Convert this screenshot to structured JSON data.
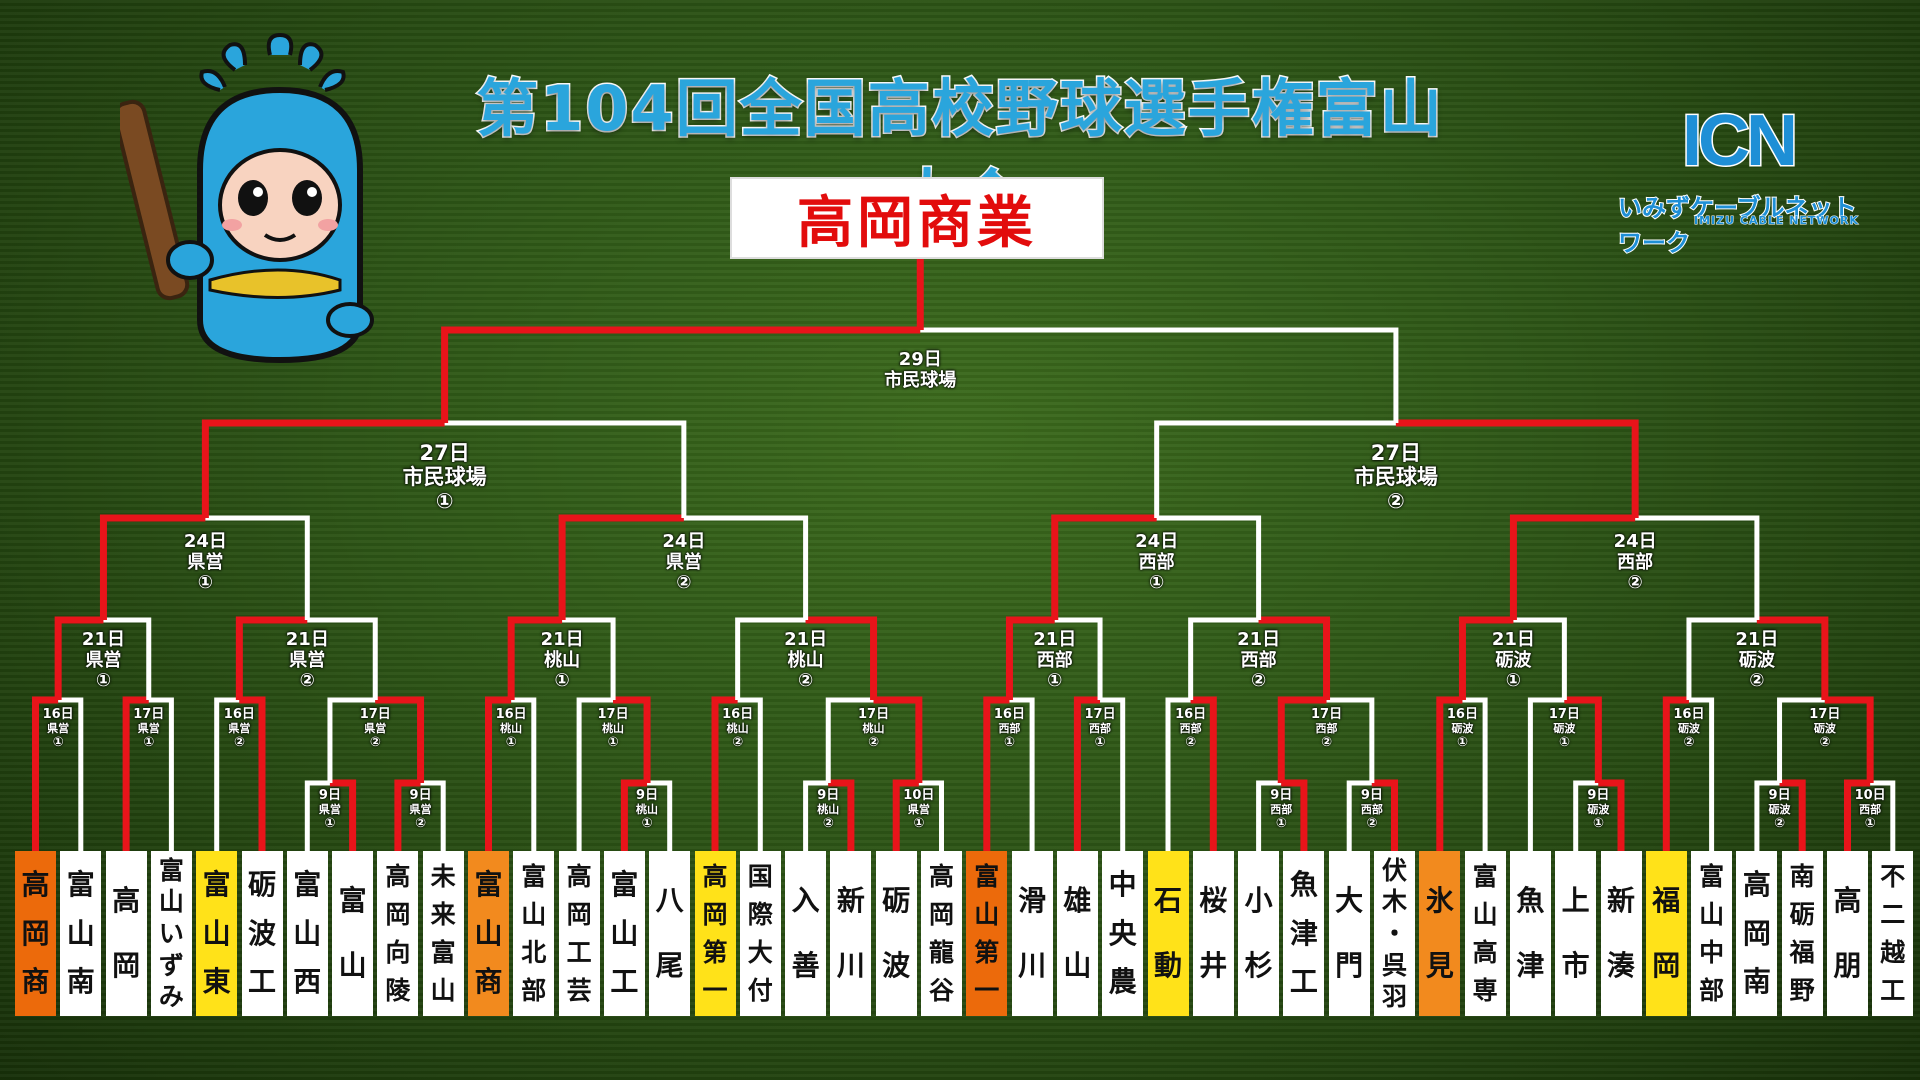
{
  "title": "第104回全国高校野球選手権富山大会",
  "winner": "高岡商業",
  "logo": {
    "mark": "ICN",
    "jp": "いみずケーブルネットワーク",
    "en": "IMIZU CABLE NETWORK"
  },
  "colors": {
    "win": "#e8141a",
    "line": "#ffffff",
    "title": "#2aa5dc"
  },
  "mascot_icon": "mascot-with-bat",
  "teams": [
    {
      "name": "高岡商",
      "hl": "darkorange"
    },
    {
      "name": "富山南",
      "hl": ""
    },
    {
      "name": "高岡",
      "hl": ""
    },
    {
      "name": "富山いずみ",
      "hl": ""
    },
    {
      "name": "富山東",
      "hl": "yellow"
    },
    {
      "name": "砺波工",
      "hl": ""
    },
    {
      "name": "富山西",
      "hl": ""
    },
    {
      "name": "富山",
      "hl": ""
    },
    {
      "name": "高岡向陵",
      "hl": ""
    },
    {
      "name": "未来富山",
      "hl": ""
    },
    {
      "name": "富山商",
      "hl": "orange"
    },
    {
      "name": "富山北部",
      "hl": ""
    },
    {
      "name": "高岡工芸",
      "hl": ""
    },
    {
      "name": "富山工",
      "hl": ""
    },
    {
      "name": "八尾",
      "hl": ""
    },
    {
      "name": "高岡第一",
      "hl": "yellow"
    },
    {
      "name": "国際大付",
      "hl": ""
    },
    {
      "name": "入善",
      "hl": ""
    },
    {
      "name": "新川",
      "hl": ""
    },
    {
      "name": "砺波",
      "hl": ""
    },
    {
      "name": "高岡龍谷",
      "hl": ""
    },
    {
      "name": "富山第一",
      "hl": "darkorange"
    },
    {
      "name": "滑川",
      "hl": ""
    },
    {
      "name": "雄山",
      "hl": ""
    },
    {
      "name": "中央農",
      "hl": ""
    },
    {
      "name": "石動",
      "hl": "yellow"
    },
    {
      "name": "桜井",
      "hl": ""
    },
    {
      "name": "小杉",
      "hl": ""
    },
    {
      "name": "魚津工",
      "hl": ""
    },
    {
      "name": "大門",
      "hl": ""
    },
    {
      "name": "伏木・呉羽",
      "hl": ""
    },
    {
      "name": "氷見",
      "hl": "orange"
    },
    {
      "name": "富山高専",
      "hl": ""
    },
    {
      "name": "魚津",
      "hl": ""
    },
    {
      "name": "上市",
      "hl": ""
    },
    {
      "name": "新湊",
      "hl": ""
    },
    {
      "name": "福岡",
      "hl": "yellow"
    },
    {
      "name": "富山中部",
      "hl": ""
    },
    {
      "name": "高岡南",
      "hl": ""
    },
    {
      "name": "南砺福野",
      "hl": ""
    },
    {
      "name": "高朋",
      "hl": ""
    },
    {
      "name": "不二越工",
      "hl": ""
    }
  ],
  "rounds": {
    "final": {
      "day": "29日",
      "venue": "市民球場"
    },
    "semis": [
      {
        "day": "27日",
        "venue": "市民球場",
        "num": "①"
      },
      {
        "day": "27日",
        "venue": "市民球場",
        "num": "②"
      }
    ],
    "qf": [
      {
        "day": "24日",
        "venue": "県営",
        "num": "①"
      },
      {
        "day": "24日",
        "venue": "県営",
        "num": "②"
      },
      {
        "day": "24日",
        "venue": "西部",
        "num": "①"
      },
      {
        "day": "24日",
        "venue": "西部",
        "num": "②"
      }
    ],
    "r3": [
      {
        "day": "21日",
        "venue": "県営",
        "num": "①"
      },
      {
        "day": "21日",
        "venue": "県営",
        "num": "②"
      },
      {
        "day": "21日",
        "venue": "桃山",
        "num": "①"
      },
      {
        "day": "21日",
        "venue": "桃山",
        "num": "②"
      },
      {
        "day": "21日",
        "venue": "西部",
        "num": "①"
      },
      {
        "day": "21日",
        "venue": "西部",
        "num": "②"
      },
      {
        "day": "21日",
        "venue": "砺波",
        "num": "①"
      },
      {
        "day": "21日",
        "venue": "砺波",
        "num": "②"
      }
    ],
    "r2": [
      {
        "day": "16日",
        "venue": "県営",
        "num": "①"
      },
      {
        "day": "17日",
        "venue": "県営",
        "num": "①"
      },
      {
        "day": "16日",
        "venue": "県営",
        "num": "②"
      },
      {
        "day": "17日",
        "venue": "県営",
        "num": "②"
      },
      {
        "day": "16日",
        "venue": "桃山",
        "num": "①"
      },
      {
        "day": "17日",
        "venue": "桃山",
        "num": "①"
      },
      {
        "day": "16日",
        "venue": "桃山",
        "num": "②"
      },
      {
        "day": "17日",
        "venue": "桃山",
        "num": "②"
      },
      {
        "day": "16日",
        "venue": "西部",
        "num": "①"
      },
      {
        "day": "17日",
        "venue": "西部",
        "num": "①"
      },
      {
        "day": "16日",
        "venue": "西部",
        "num": "②"
      },
      {
        "day": "17日",
        "venue": "西部",
        "num": "②"
      },
      {
        "day": "16日",
        "venue": "砺波",
        "num": "①"
      },
      {
        "day": "17日",
        "venue": "砺波",
        "num": "①"
      },
      {
        "day": "16日",
        "venue": "砺波",
        "num": "②"
      },
      {
        "day": "17日",
        "venue": "砺波",
        "num": "②"
      }
    ],
    "r1": [
      {
        "day": "9日",
        "venue": "県営",
        "num": "①"
      },
      {
        "day": "9日",
        "venue": "県営",
        "num": "②"
      },
      {
        "day": "9日",
        "venue": "桃山",
        "num": "①"
      },
      {
        "day": "9日",
        "venue": "桃山",
        "num": "②"
      },
      {
        "day": "10日",
        "venue": "県営",
        "num": "①"
      },
      {
        "day": "9日",
        "venue": "西部",
        "num": "①"
      },
      {
        "day": "9日",
        "venue": "西部",
        "num": "②"
      },
      {
        "day": "9日",
        "venue": "砺波",
        "num": "①"
      },
      {
        "day": "9日",
        "venue": "砺波",
        "num": "②"
      },
      {
        "day": "10日",
        "venue": "西部",
        "num": "①"
      }
    ]
  }
}
